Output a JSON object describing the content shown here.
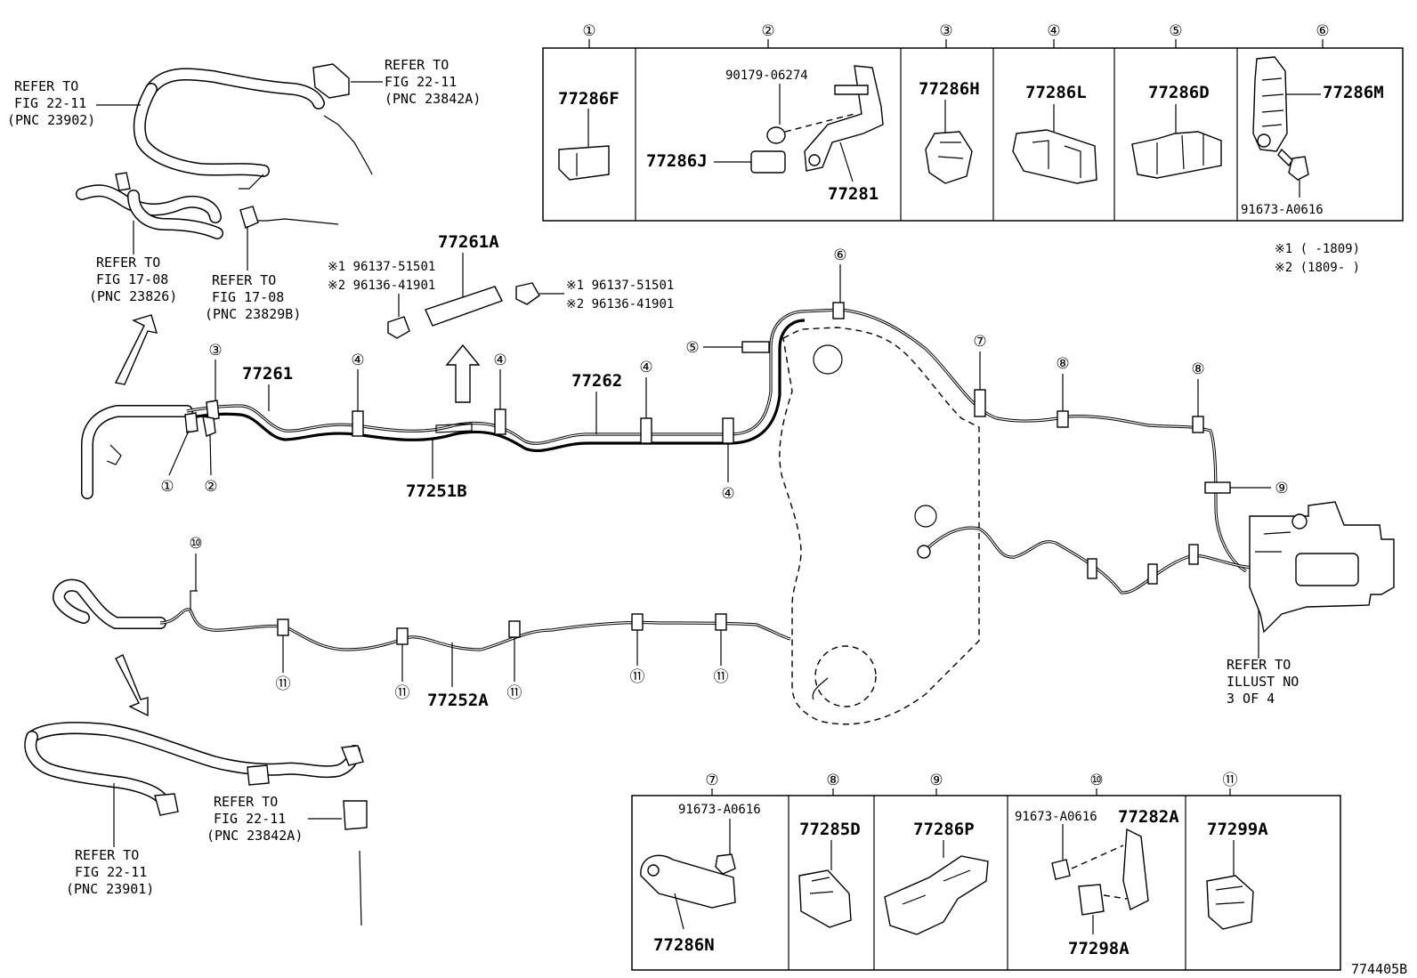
{
  "diagram_id": "774405B",
  "legend": {
    "note1": "※1 (      -1809)",
    "note2": "※2 (1809-      )"
  },
  "top_panel": [
    {
      "num": "①",
      "parts": [
        "77286F"
      ]
    },
    {
      "num": "②",
      "parts": [
        "90179-06274",
        "77286J",
        "77281"
      ]
    },
    {
      "num": "③",
      "parts": [
        "77286H"
      ]
    },
    {
      "num": "④",
      "parts": [
        "77286L"
      ]
    },
    {
      "num": "⑤",
      "parts": [
        "77286D"
      ]
    },
    {
      "num": "⑥",
      "parts": [
        "77286M",
        "91673-A0616"
      ]
    }
  ],
  "bottom_panel": [
    {
      "num": "⑦",
      "parts": [
        "91673-A0616",
        "77286N"
      ]
    },
    {
      "num": "⑧",
      "parts": [
        "77285D"
      ]
    },
    {
      "num": "⑨",
      "parts": [
        "77286P"
      ]
    },
    {
      "num": "⑩",
      "parts": [
        "91673-A0616",
        "77282A",
        "77298A"
      ]
    },
    {
      "num": "⑪",
      "parts": [
        "77299A"
      ]
    }
  ],
  "main_parts": {
    "p77261": "77261",
    "p77262": "77262",
    "p77251B": "77251B",
    "p77252A": "77252A",
    "p77261A": "77261A",
    "clip_left_1": "※1 96137-51501",
    "clip_left_2": "※2 96136-41901",
    "clip_right_1": "※1 96137-51501",
    "clip_right_2": "※2 96136-41901"
  },
  "refs": {
    "fig22_11_23902": [
      "REFER TO",
      "FIG 22-11",
      "(PNC 23902)"
    ],
    "fig22_11_23842A_top": [
      "REFER TO",
      "FIG 22-11",
      "(PNC 23842A)"
    ],
    "fig17_08_23826": [
      "REFER TO",
      "FIG 17-08",
      "(PNC 23826)"
    ],
    "fig17_08_23829B": [
      "REFER TO",
      "FIG 17-08",
      "(PNC 23829B)"
    ],
    "fig22_11_23842A_bottom": [
      "REFER TO",
      "FIG 22-11",
      "(PNC 23842A)"
    ],
    "fig22_11_23901": [
      "REFER TO",
      "FIG 22-11",
      "(PNC 23901)"
    ],
    "illust": [
      "REFER TO",
      "ILLUST NO",
      "3 OF 4"
    ]
  },
  "callouts": {
    "c1": "①",
    "c2": "②",
    "c3": "③",
    "c4": "④",
    "c5": "⑤",
    "c6": "⑥",
    "c7": "⑦",
    "c8": "⑧",
    "c9": "⑨",
    "c10": "⑩",
    "c11": "⑪"
  }
}
